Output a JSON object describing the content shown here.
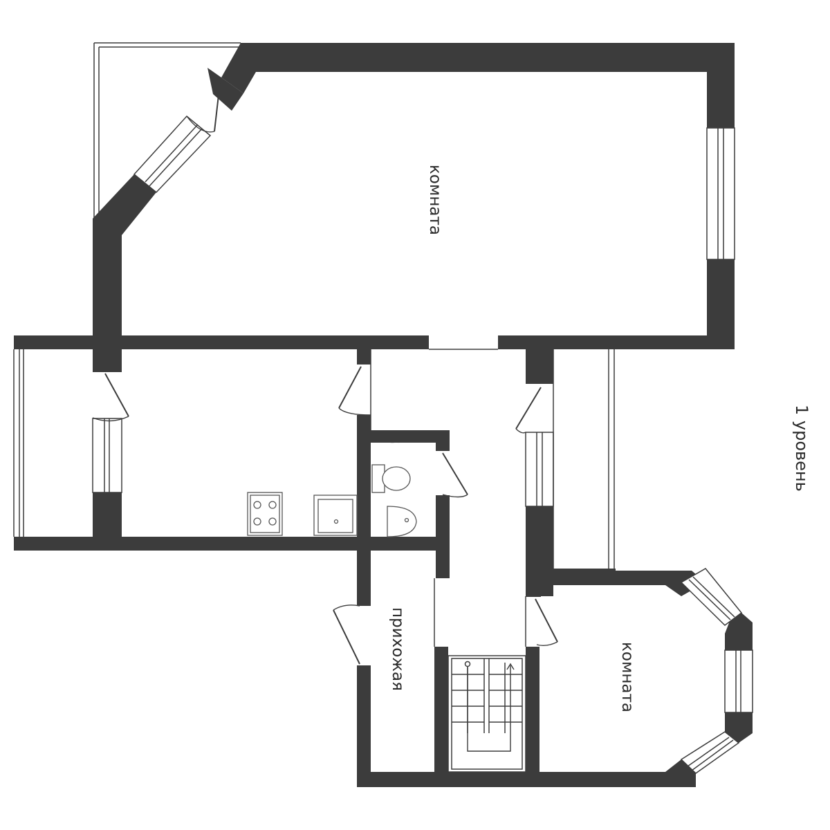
{
  "plan": {
    "level_label": "1 уровень",
    "rooms": [
      {
        "id": "room-large",
        "label": "комната"
      },
      {
        "id": "room-small",
        "label": "комната"
      },
      {
        "id": "hallway",
        "label": "прихожая"
      }
    ],
    "wall_color": "#3c3c3c",
    "background_color": "#ffffff"
  }
}
